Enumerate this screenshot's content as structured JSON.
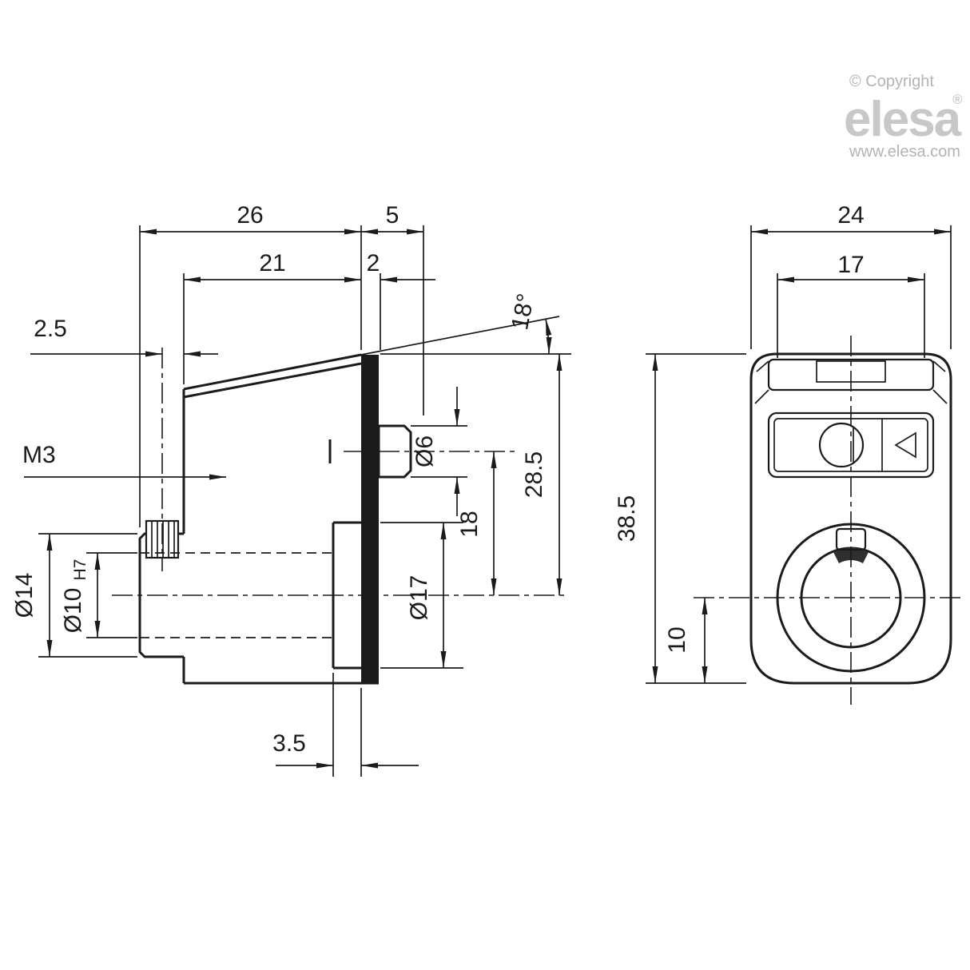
{
  "branding": {
    "copyright": "© Copyright",
    "logo": "elesa",
    "registered": "®",
    "website": "www.elesa.com"
  },
  "side_view": {
    "dim_depth_total": "26",
    "dim_knob_protrusion": "5",
    "dim_body_depth": "21",
    "dim_lens": "2",
    "dim_offset": "2.5",
    "thread": "M3",
    "angle": "18°",
    "dia_shaft": "Ø6",
    "dim_axis_offset": "18",
    "dim_height_above_axis": "28.5",
    "dia_hub": "Ø17",
    "dia_bushing": "Ø14",
    "dia_bore": "Ø10",
    "bore_tolerance": "H7",
    "dim_hub_depth": "3.5"
  },
  "front_view": {
    "dim_width": "24",
    "dim_window_width": "17",
    "dim_height": "38.5",
    "dim_axis_to_bottom": "10"
  }
}
